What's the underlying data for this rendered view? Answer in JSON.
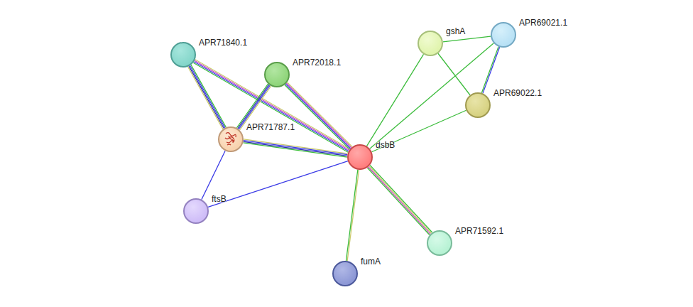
{
  "diagram": {
    "nodes": [
      {
        "text": [
          "APR71840.1"
        ]
      },
      {
        "text": [
          "APR72018.1"
        ]
      },
      {
        "text": [
          "gshA"
        ]
      },
      {
        "text": [
          "APR69021.1"
        ]
      },
      {
        "text": [
          "APR69022.1"
        ]
      },
      {
        "text": [
          "APR71787.1"
        ]
      },
      {
        "text": [
          "dsbB"
        ]
      },
      {
        "text": [
          "ftsB"
        ]
      },
      {
        "text": [
          "APR71592.1"
        ]
      },
      {
        "text": [
          "fumA"
        ]
      }
    ],
    "edges": [
      {
        "from": 0,
        "to": 5,
        "arrow": "none"
      },
      {
        "from": 0,
        "to": 6,
        "arrow": "none"
      },
      {
        "from": 1,
        "to": 5,
        "arrow": "none"
      },
      {
        "from": 1,
        "to": 6,
        "arrow": "none"
      },
      {
        "from": 5,
        "to": 6,
        "arrow": "none"
      },
      {
        "from": 5,
        "to": 7,
        "arrow": "none"
      },
      {
        "from": 7,
        "to": 6,
        "arrow": "none"
      },
      {
        "from": 2,
        "to": 6,
        "arrow": "none"
      },
      {
        "from": 2,
        "to": 3,
        "arrow": "none"
      },
      {
        "from": 2,
        "to": 4,
        "arrow": "none"
      },
      {
        "from": 3,
        "to": 6,
        "arrow": "none"
      },
      {
        "from": 3,
        "to": 4,
        "arrow": "none"
      },
      {
        "from": 4,
        "to": 6,
        "arrow": "none"
      },
      {
        "from": 6,
        "to": 8,
        "arrow": "none"
      },
      {
        "from": 6,
        "to": 9,
        "arrow": "none"
      }
    ]
  }
}
